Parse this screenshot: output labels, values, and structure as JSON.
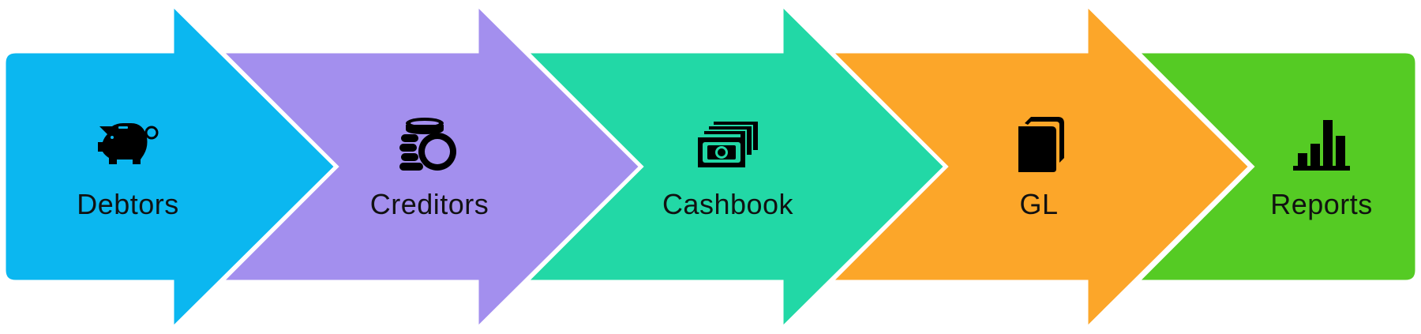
{
  "steps": [
    {
      "label": "Debtors",
      "color": "#0bb7f0",
      "icon": "piggy-bank-icon"
    },
    {
      "label": "Creditors",
      "color": "#a38fee",
      "icon": "coins-search-icon"
    },
    {
      "label": "Cashbook",
      "color": "#22d8a6",
      "icon": "banknotes-icon"
    },
    {
      "label": "GL",
      "color": "#fca629",
      "icon": "ledger-book-icon"
    },
    {
      "label": "Reports",
      "color": "#55cb24",
      "icon": "bar-chart-icon"
    }
  ]
}
